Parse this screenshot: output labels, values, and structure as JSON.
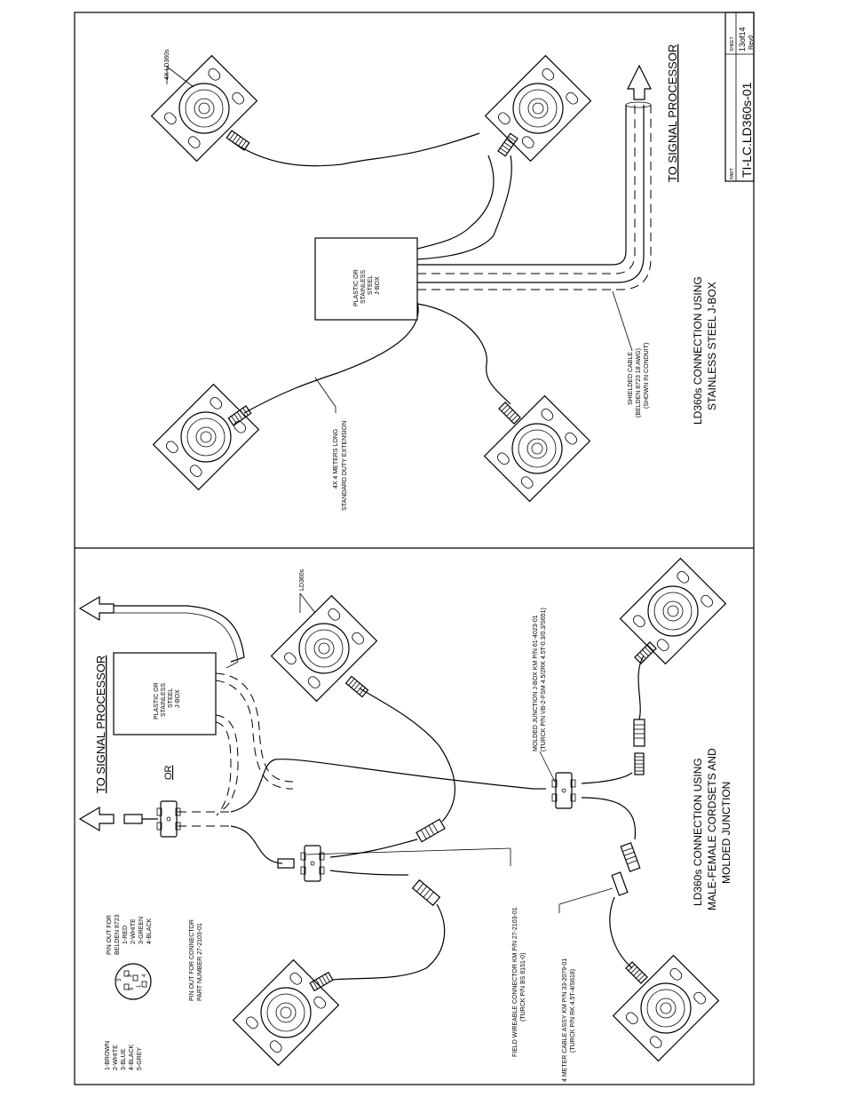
{
  "right_panel": {
    "title_line1": "LD360s CONNECTION USING",
    "title_line2": "STAINLESS STEEL J-BOX",
    "jbox_line1": "PLASTIC OR",
    "jbox_line2": "STAINLESS",
    "jbox_line3": "STEEL",
    "jbox_line4": "J-BOX",
    "cells_label": "4X LD360s",
    "extension_line1": "4X 4 METERS LONG",
    "extension_line2": "STANDARD DUTY EXTENSION",
    "shielded_line1": "SHIELDED CABLE",
    "shielded_line2": "(BELDEN 8723 18 AWG)",
    "shielded_line3": "(SHOWN IN CONDUIT)",
    "to_processor": "TO SIGNAL PROCESSOR"
  },
  "left_panel": {
    "title_line1": "LD360s CONNECTION USING",
    "title_line2": "MALE-FEMALE CORDSETS AND",
    "title_line3": "MOLDED JUNCTION",
    "to_processor": "TO SIGNAL PROCESSOR",
    "or_label": "OR",
    "jbox_line1": "PLASTIC OR",
    "jbox_line2": "STAINLESS",
    "jbox_line3": "STEEL",
    "jbox_line4": "J-BOX",
    "cell_label": "LD360s",
    "molded_line1": "MOLDED JUNCTION J-BOX KM P/N 61-4023-01",
    "molded_line2": "(TURCK P/N VB-2-FSM 4.5/2RK 4.5T-0.3/0.3/S651)",
    "field_line1": "FIELD WIREABLE CONNECTOR KM P/N 27-2103-01",
    "field_line2": "(TURCK P/N BS 8151-0)",
    "cable_line1": "4 METER CABLE ASSY KM P/N 33-2079-01",
    "cable_line2": "(TURCK P/N RK 4.5T-4/S618)",
    "pinout_belden": [
      "PIN OUT FOR",
      "BELDEN 8723",
      "1-RED",
      "2-WHITE",
      "3-GREEN",
      "4-BLACK"
    ],
    "pinout_connector": [
      "PIN OUT FOR CONNECTOR",
      "PART NUMBER 27-2103-01"
    ],
    "pinout_colors": [
      "1-BROWN",
      "2-WHITE",
      "3-BLUE",
      "4-BLACK",
      "5-GREY"
    ],
    "pin_numbers": [
      "1",
      "2",
      "3",
      "4",
      "5"
    ]
  },
  "title_block": {
    "part_label": "PART",
    "part_number": "TI-LC.LD360s-01",
    "sheet_label": "SHEET",
    "sheet_value": "13of14",
    "rev": "Rev0"
  }
}
